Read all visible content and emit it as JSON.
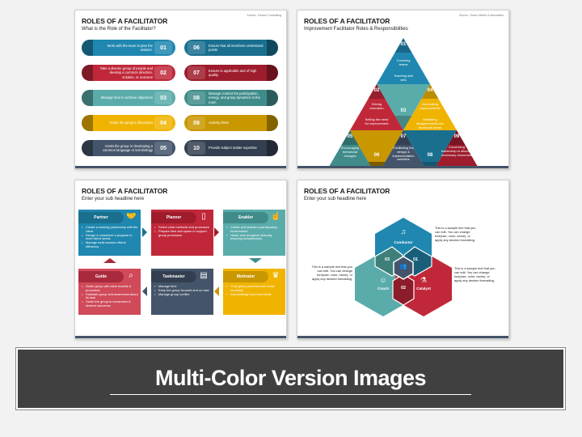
{
  "slides": [
    {
      "title": "ROLES OF A FACILITATOR",
      "subtitle": "What is the Role of the Facilitator?",
      "source": "Source : Kintore Consulting",
      "items": [
        {
          "num": "01",
          "text": "Work with the team to plan the session.",
          "color": "#1f87b0"
        },
        {
          "num": "02",
          "text": "Take a diverse group of people and develop a common direction, solution, or outcome",
          "color": "#c0283a"
        },
        {
          "num": "03",
          "text": "Manage time to achieve objectives",
          "color": "#5aacab"
        },
        {
          "num": "04",
          "text": "Guide the group's discussion",
          "color": "#f0b400"
        },
        {
          "num": "05",
          "text": "Assist the group in developing a common language or terminology",
          "color": "#44546a"
        },
        {
          "num": "06",
          "text": "Ensure that all members understand points",
          "color": "#1a6f8f"
        },
        {
          "num": "07",
          "text": "Ensure is applicable and of high quality",
          "color": "#9e1c2c"
        },
        {
          "num": "08",
          "text": "Manage content the participation, energy, and group dynamics in the room",
          "color": "#3f8c8a"
        },
        {
          "num": "09",
          "text": "Actively listen",
          "color": "#c99700"
        },
        {
          "num": "10",
          "text": "Provide subject matter expertise",
          "color": "#333f50"
        }
      ]
    },
    {
      "title": "ROLES OF A FACILITATOR",
      "subtitle": "Improvement Facilitator Roles & Responsibilities",
      "source": "Source : Karen Martin & Associates",
      "items": [
        {
          "num": "01",
          "text": "Coaching teams",
          "color": "#1f87b0"
        },
        {
          "num": "02",
          "text": "Driving execution",
          "color": "#c0283a"
        },
        {
          "num": "03",
          "text": "Teaching skill sets",
          "color": "#5aacab"
        },
        {
          "num": "04",
          "text": "Advocating improvements",
          "color": "#f0b400"
        },
        {
          "num": "05",
          "text": "Encouraging behavioral changes",
          "color": "#3f8c8a"
        },
        {
          "num": "06",
          "text": "Selling the need for improvement",
          "color": "#c99700"
        },
        {
          "num": "07",
          "text": "Facilitating the design & implementation activities",
          "color": "#44546a"
        },
        {
          "num": "08",
          "text": "Mediating disagreements b/w functional areas",
          "color": "#1a6f8f"
        },
        {
          "num": "09",
          "text": "Convincing leadership to allocate necessary resources.",
          "color": "#9e1c2c"
        }
      ]
    },
    {
      "title": "ROLES OF A FACILITATOR",
      "subtitle": "Enter your sub headline here",
      "cards": [
        {
          "label": "Partner",
          "icon": "handshake-icon",
          "color": "#1f87b0",
          "head": "#1a6f8f",
          "bullets": [
            "Create a working partnership with the client",
            "Design & customize a program to meet client needs",
            "Manage multi-session efforts efficiency"
          ]
        },
        {
          "label": "Planner",
          "icon": "planner-book-icon",
          "color": "#c0283a",
          "head": "#9e1c2c",
          "bullets": [
            "Select clear methods and processes",
            "Prepare time and space to support group processes"
          ]
        },
        {
          "label": "Enabler",
          "icon": "hand-pointer-icon",
          "color": "#5aacab",
          "head": "#3f8c8a",
          "bullets": [
            "Create and sustain a participatory environment",
            "Honor and recognize diversity, ensuring inclusiveness"
          ]
        },
        {
          "label": "Guide",
          "icon": "guide-search-icon",
          "color": "#d04a5a",
          "head": "#a82a3c",
          "bullets": [
            "Guide group with clear models & processes",
            "Facilitate group self-awareness about its task",
            "Guide the group to consensus & desired outcomes"
          ]
        },
        {
          "label": "Taskmaster",
          "icon": "taskmaster-board-icon",
          "color": "#44546a",
          "head": "#333f50",
          "bullets": [
            "Manage time",
            "Keep the group focused and on task",
            "Manage group conflict"
          ]
        },
        {
          "label": "Motivator",
          "icon": "motivator-podium-icon",
          "color": "#f0b400",
          "head": "#c99700",
          "bullets": [
            "Trust group potential and model neutrality",
            "Acknowledge input and ideas"
          ]
        }
      ]
    },
    {
      "title": "ROLES OF A FACILITATOR",
      "subtitle": "Enter your sub headline here",
      "hexes": [
        {
          "label": "Conductor",
          "icon": "conductor-icon",
          "color": "#1f87b0"
        },
        {
          "label": "Coach",
          "icon": "coach-icon",
          "color": "#5aacab"
        },
        {
          "label": "Catalyst",
          "icon": "catalyst-icon",
          "color": "#c0283a"
        }
      ],
      "overlaps": [
        {
          "num": "01",
          "color": "#1a5f7a"
        },
        {
          "num": "02",
          "color": "#8c1c2a"
        },
        {
          "num": "03",
          "color": "#3f7f7a"
        }
      ],
      "center_icon": "group-users-icon",
      "sample_text": "This is a sample text that you can edit. You can change font(size, color, name), or apply any desired formatting."
    }
  ],
  "banner": {
    "title": "Multi-Color Version Images"
  }
}
